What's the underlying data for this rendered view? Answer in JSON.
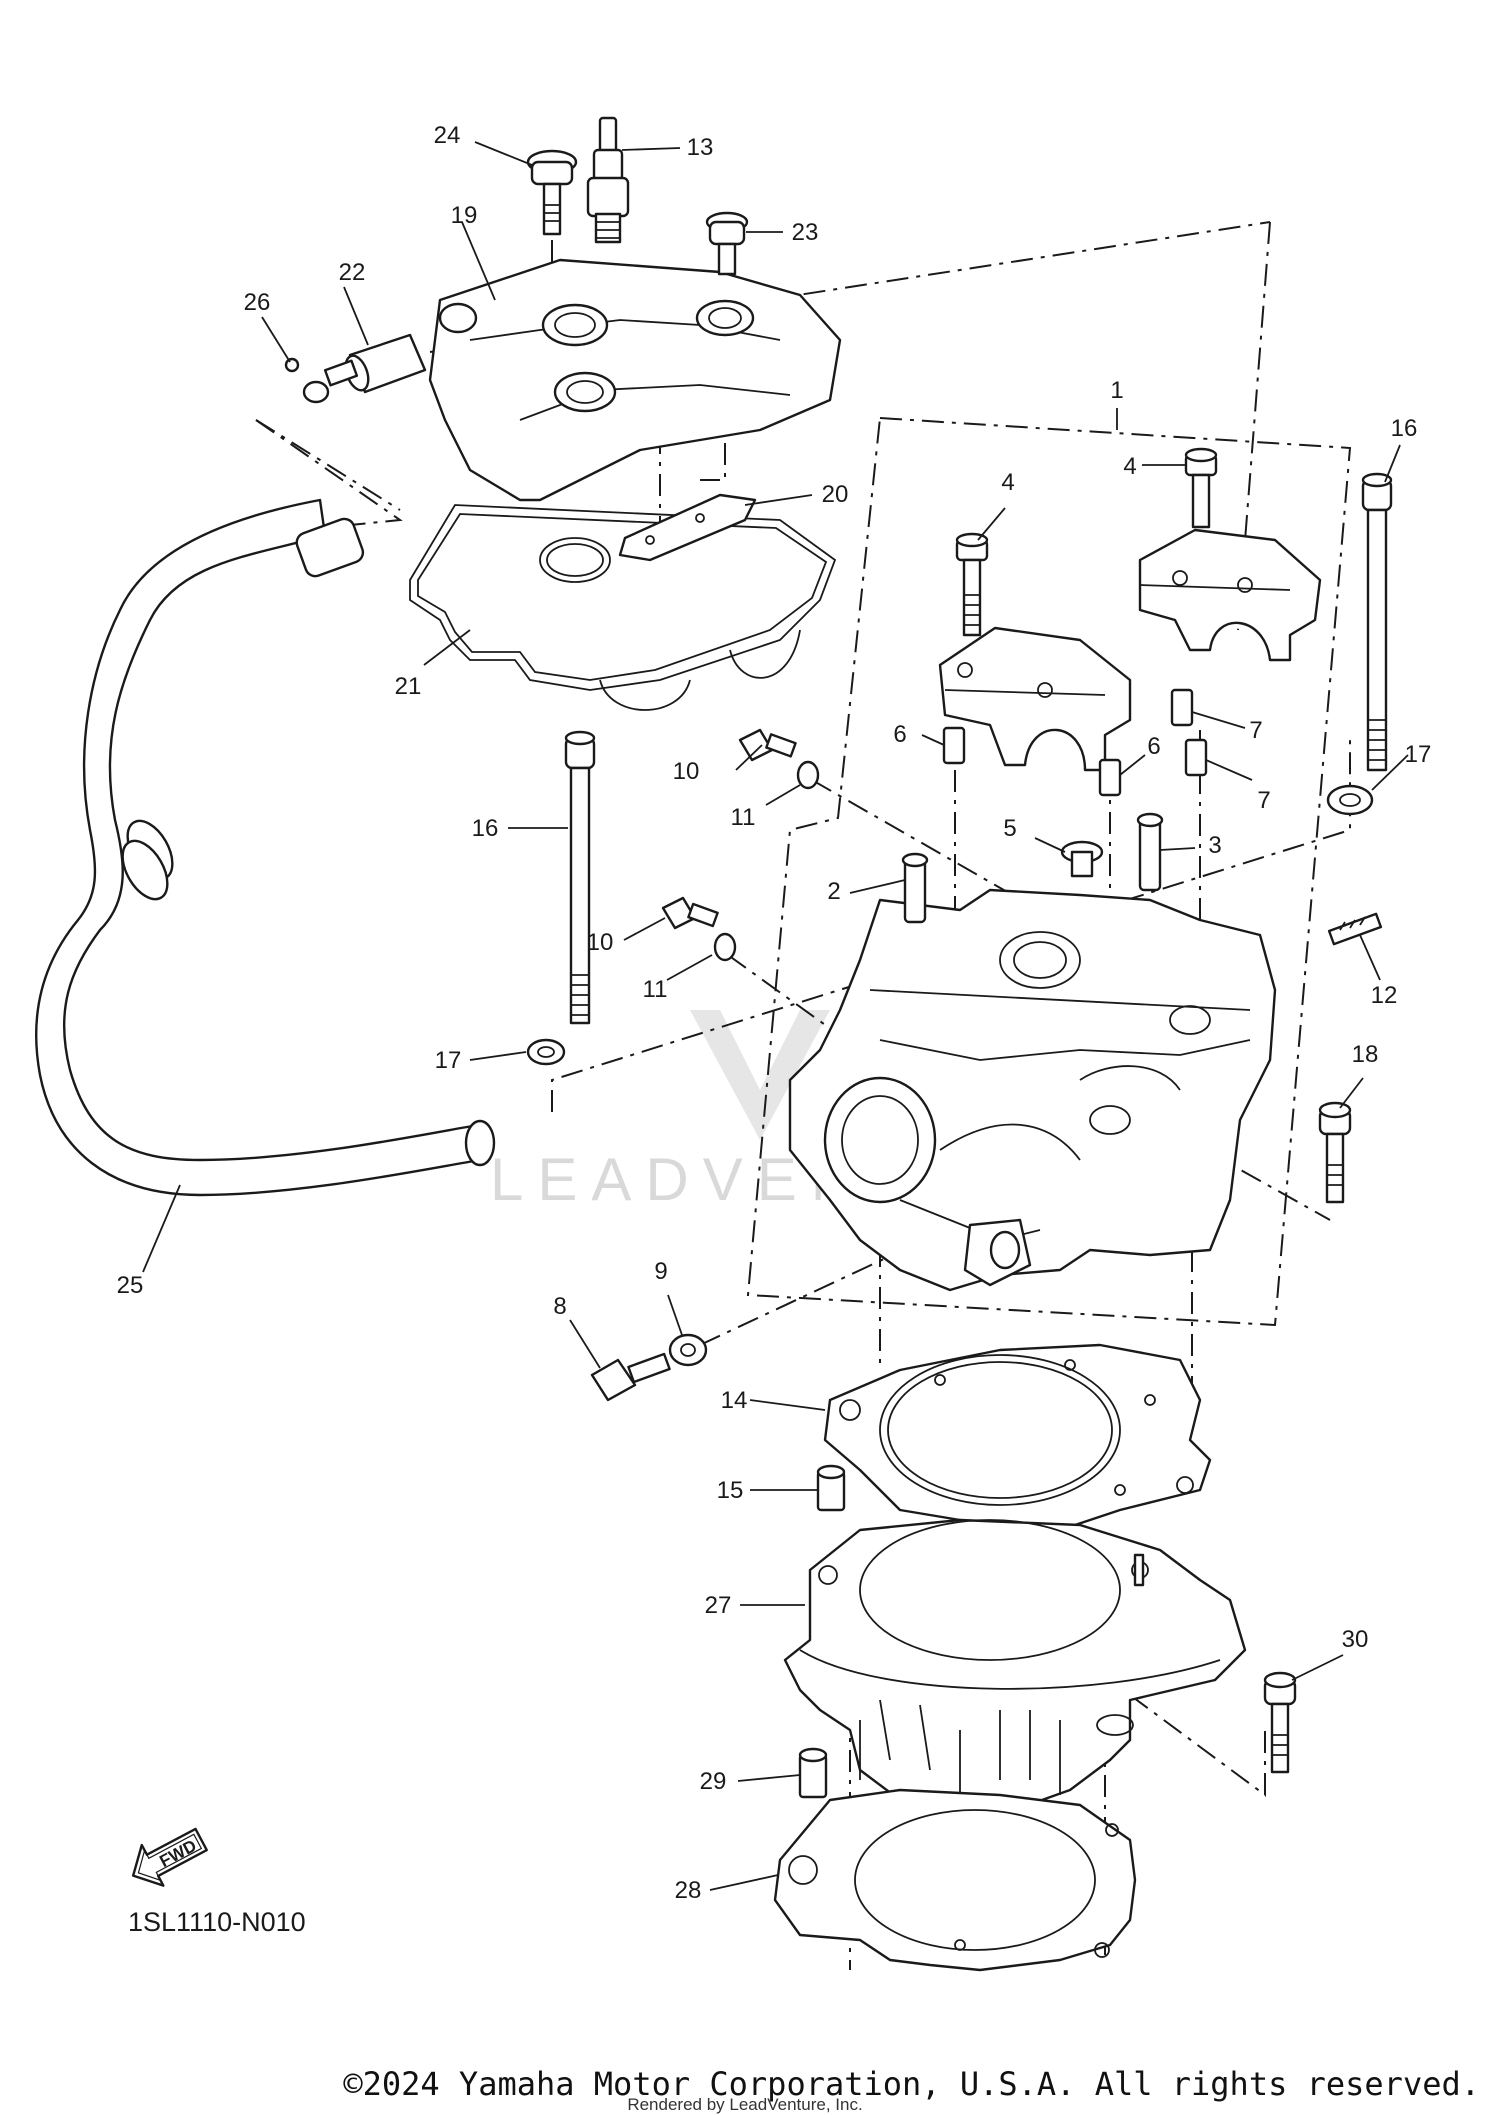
{
  "diagram": {
    "reference_code": "1SL1110-N010",
    "fwd_label": "FWD",
    "watermark": "LEADVENTURE",
    "copyright": "©2024 Yamaha Motor Corporation, U.S.A. All rights reserved.",
    "rendered_by": "Rendered by LeadVenture, Inc.",
    "callouts": [
      "1",
      "2",
      "3",
      "4",
      "4",
      "5",
      "6",
      "6",
      "7",
      "7",
      "8",
      "9",
      "10",
      "10",
      "11",
      "11",
      "12",
      "13",
      "14",
      "15",
      "16",
      "16",
      "17",
      "17",
      "18",
      "19",
      "20",
      "21",
      "22",
      "23",
      "24",
      "25",
      "26",
      "27",
      "28",
      "29",
      "30"
    ]
  }
}
